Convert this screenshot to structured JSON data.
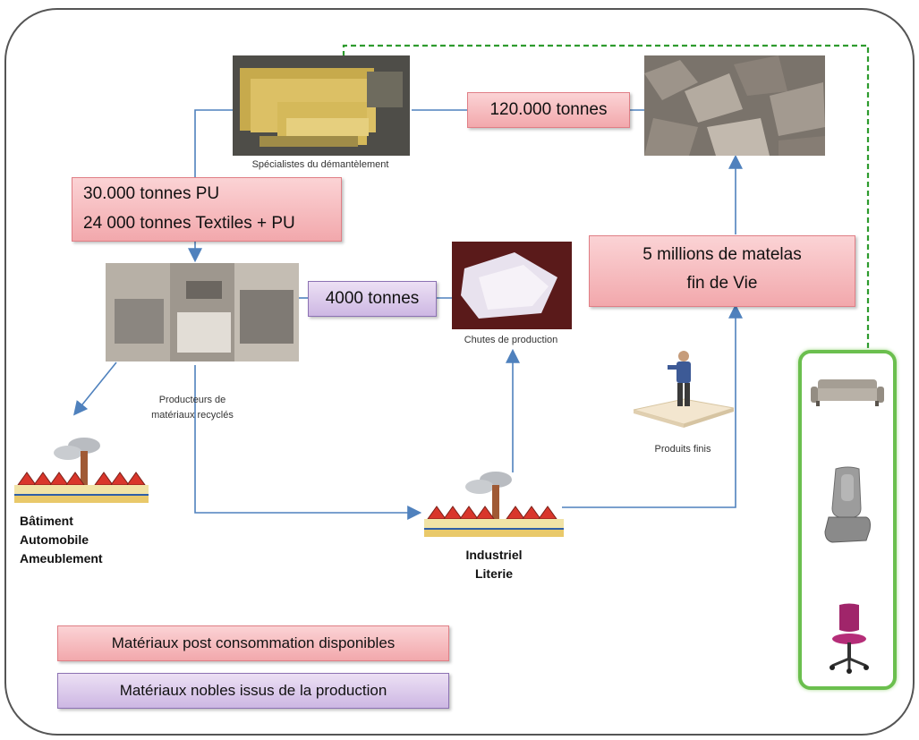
{
  "dismantling": {
    "caption": "Spécialistes du démantèlement",
    "tonnage": "120.000 tonnes"
  },
  "pu_box": {
    "line1": "30.000 tonnes PU",
    "line2": "24 000 tonnes Textiles + PU"
  },
  "recyclers": {
    "caption_line1": "Producteurs de",
    "caption_line2": "matériaux recyclés",
    "tonnage": "4000 tonnes"
  },
  "scraps": {
    "caption": "Chutes de production"
  },
  "mattresses": {
    "line1": "5 millions de matelas",
    "line2": "fin de Vie"
  },
  "finished": {
    "caption": "Produits finis"
  },
  "sectors": {
    "line1": "Bâtiment",
    "line2": "Automobile",
    "line3": "Ameublement"
  },
  "industry": {
    "line1": "Industriel",
    "line2": "Literie"
  },
  "legend": {
    "post_consumption": "Matériaux post consommation disponibles",
    "noble": "Matériaux nobles issus de la production"
  },
  "colors": {
    "pink": "#f4b3b6",
    "purple": "#d9c6ea",
    "arrow": "#4f81bd",
    "green": "#3a9a3a"
  }
}
